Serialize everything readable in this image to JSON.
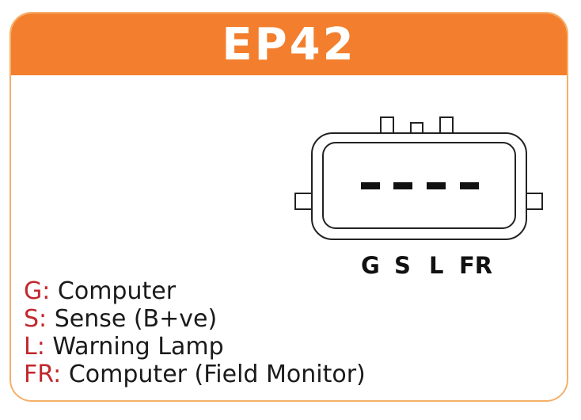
{
  "header": {
    "title": "EP42"
  },
  "colors": {
    "header_bg": "#f37f2e",
    "border": "#f4b06a",
    "key_red": "#c1272d"
  },
  "connector": {
    "pins": [
      "G",
      "S",
      "L",
      "FR"
    ]
  },
  "legend": {
    "items": [
      {
        "key": "G:",
        "desc": "Computer"
      },
      {
        "key": "S:",
        "desc": "Sense (B+ve)"
      },
      {
        "key": "L:",
        "desc": "Warning Lamp"
      },
      {
        "key": "FR:",
        "desc": "Computer (Field Monitor)"
      }
    ]
  }
}
